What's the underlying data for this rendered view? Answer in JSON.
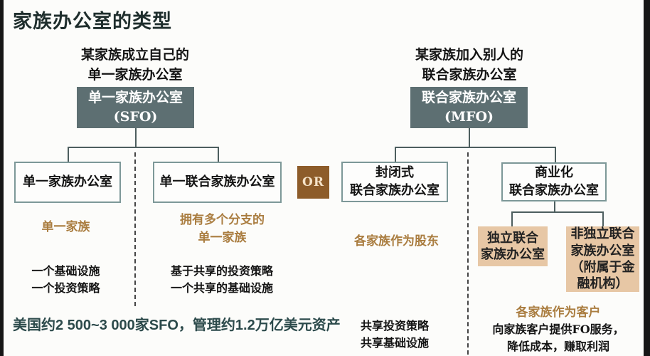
{
  "title": "家族办公室的类型",
  "sfo": {
    "intro_lines": [
      "某家族成立自己的",
      "单一家族办公室"
    ],
    "root_lines": [
      "单一家族办公室",
      "(SFO)"
    ],
    "child1": {
      "label": "单一家族办公室",
      "trait": "单一家族",
      "detail_lines": [
        "一个基础设施",
        "一个投资策略"
      ]
    },
    "child2": {
      "label": "单一联合家族办公室",
      "trait_lines": [
        "拥有多个分支的",
        "单一家族"
      ],
      "detail_lines": [
        "基于共享的投资策略",
        "一个共享的基础设施"
      ]
    },
    "footnote": "美国约2 500~3 000家SFO，管理约1.2万亿美元资产"
  },
  "or_label": "OR",
  "mfo": {
    "intro_lines": [
      "某家族加入别人的",
      "联合家族办公室"
    ],
    "root_lines": [
      "联合家族办公室",
      "(MFO)"
    ],
    "child1": {
      "label_lines": [
        "封闭式",
        "联合家族办公室"
      ],
      "trait": "各家族作为股东",
      "detail_lines": [
        "共享投资策略",
        "共享基础设施"
      ]
    },
    "child2": {
      "label_lines": [
        "商业化",
        "联合家族办公室"
      ],
      "trait": "各家族作为客户",
      "detail_lines": [
        "向家族客户提供FO服务，",
        "降低成本，赚取利润"
      ],
      "sub1_lines": [
        "独立联合",
        "家族办公室"
      ],
      "sub2_lines": [
        "非独立联合",
        "家族办公室",
        "（附属于金",
        "融机构）"
      ]
    }
  },
  "colors": {
    "root_box_fill": "#5d6f72",
    "outline_box_border": "#7d9898",
    "or_box_fill": "#8d5c2a",
    "tan_box_fill": "#e7c7a5",
    "accent_text": "#aa7d40",
    "title_text": "#1f2e2d",
    "footnote_text": "#2c4a4b"
  }
}
